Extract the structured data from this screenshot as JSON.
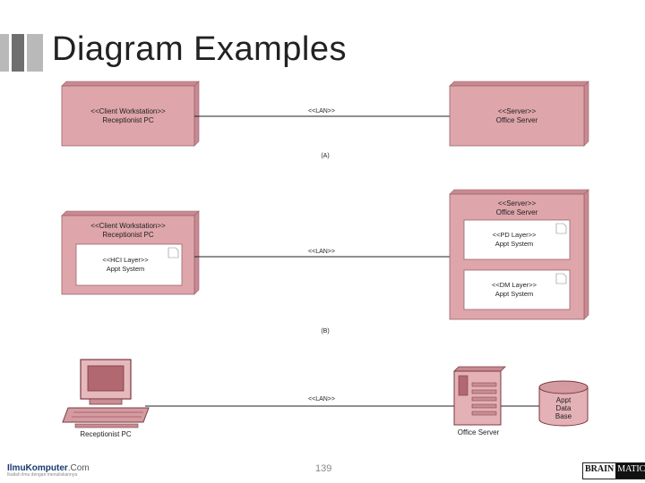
{
  "slide": {
    "title": "Diagram Examples",
    "page_number": "139"
  },
  "footer": {
    "left_logo_main": "IlmuKomputer",
    "left_logo_suffix": ".Com",
    "left_logo_tagline": "Ikatlah ilmu dengan menuliskannya",
    "brand_part1": "BRAIN",
    "brand_part2": "MATICS"
  },
  "diagram": {
    "panel_a": {
      "client_title": "<<Client Workstation>>",
      "client_name": "Receptionist PC",
      "link_label": "<<LAN>>",
      "server_title": "<<Server>>",
      "server_name": "Office Server",
      "caption": "(A)"
    },
    "panel_b": {
      "client_title": "<<Client Workstation>>",
      "client_name": "Receptionist PC",
      "hci_title": "<<HCI Layer>>",
      "hci_name": "Appt System",
      "link_label": "<<LAN>>",
      "server_title": "<<Server>>",
      "server_name": "Office Server",
      "pd_title": "<<PD Layer>>",
      "pd_name": "Appt System",
      "dm_title": "<<DM Layer>>",
      "dm_name": "Appt System",
      "caption": "(B)"
    },
    "panel_c": {
      "pc_label": "Receptionist PC",
      "link_label": "<<LAN>>",
      "server_label": "Office Server",
      "db_line1": "Appt",
      "db_line2": "Data",
      "db_line3": "Base"
    }
  },
  "colors": {
    "node_fill": "#dea5aa",
    "node_side": "#c88a90",
    "node_stroke": "#9a6468",
    "deco_dark": "#6f6f6f",
    "deco_light": "#b9b9b9"
  }
}
